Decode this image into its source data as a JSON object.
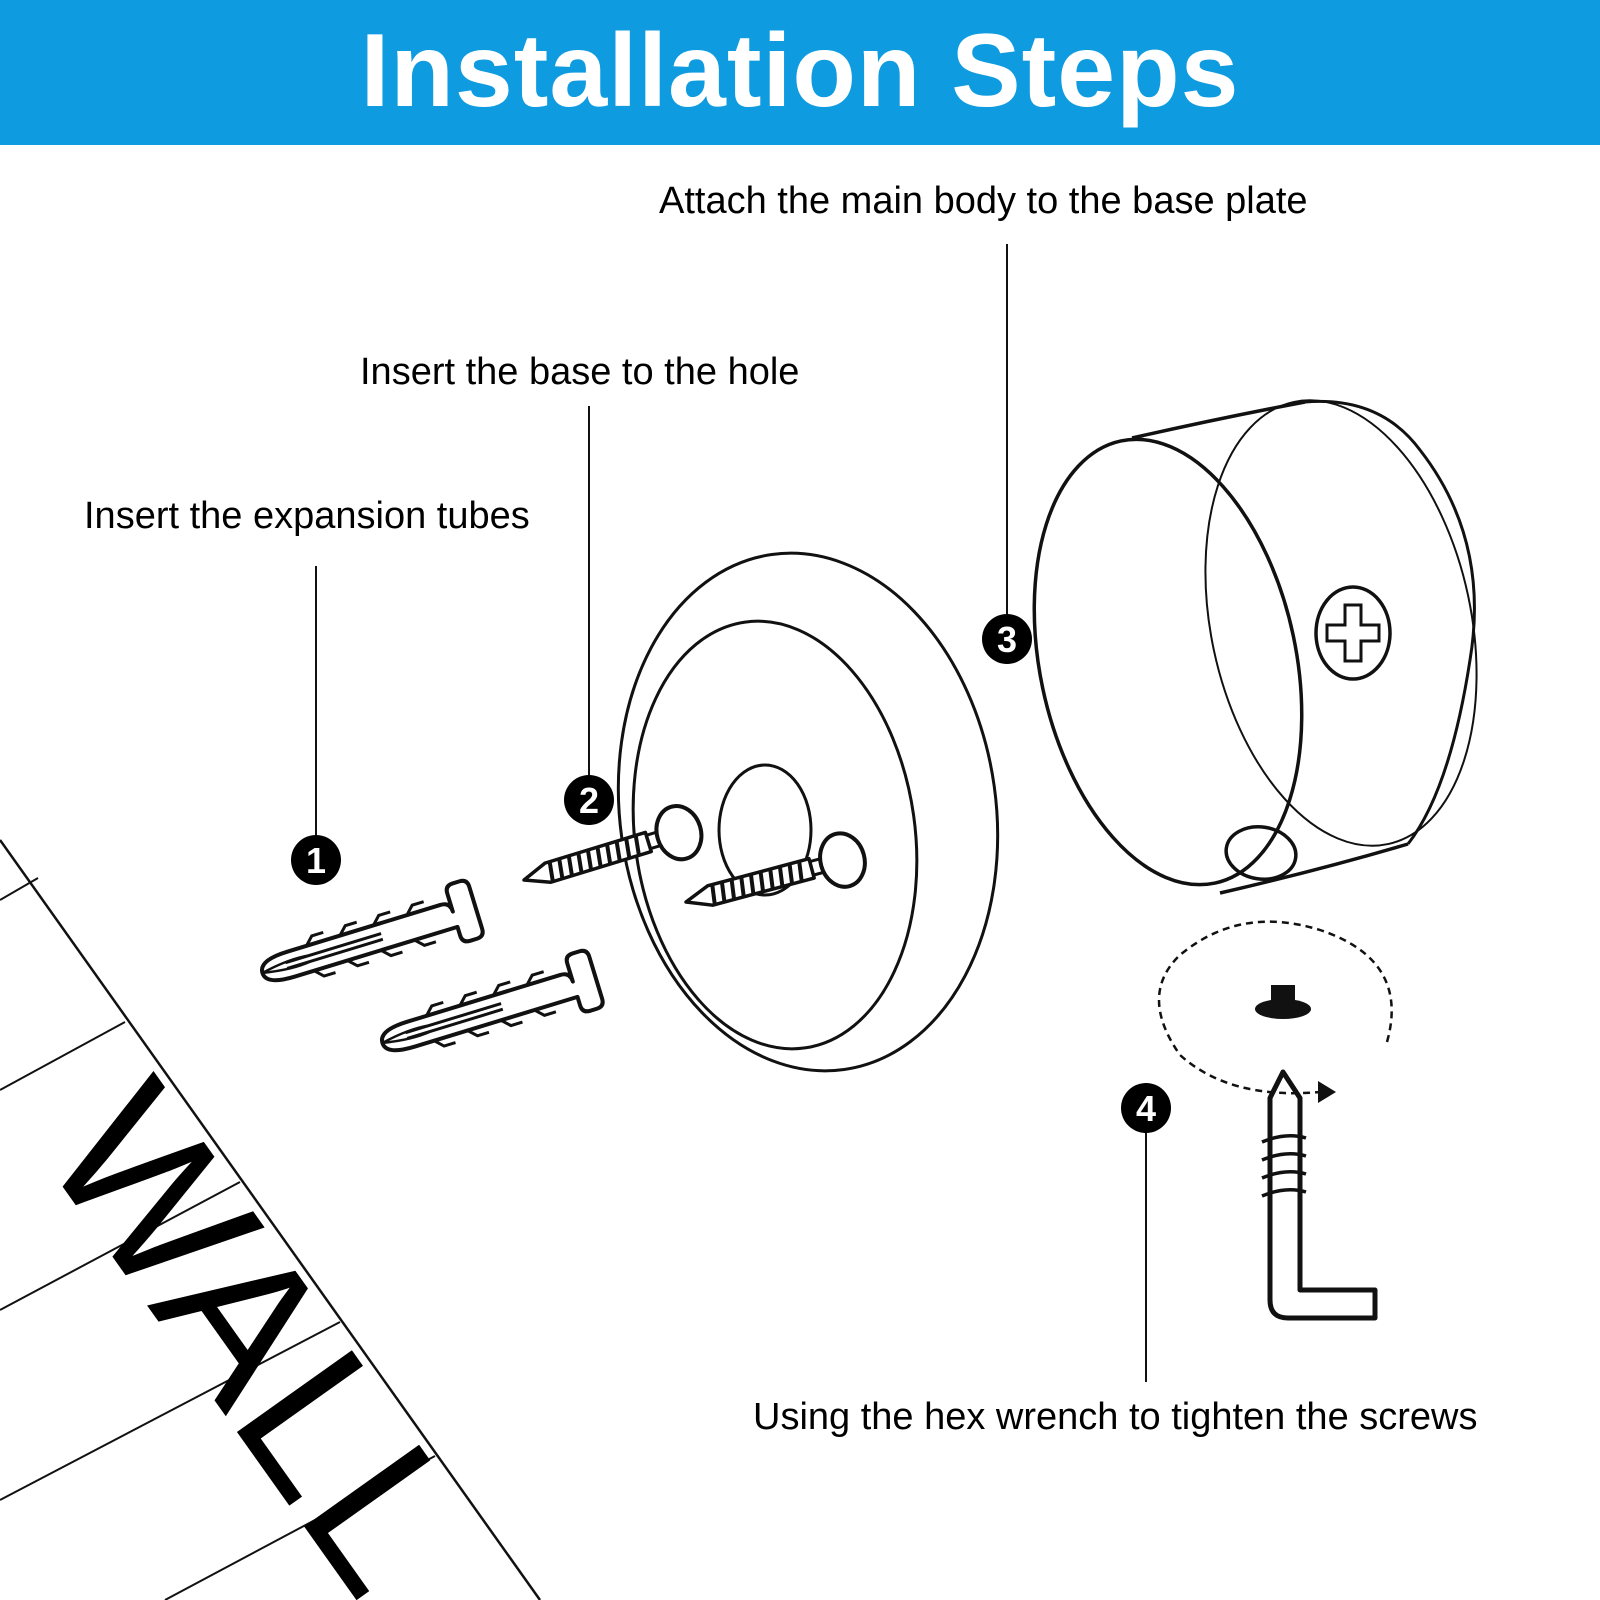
{
  "header": {
    "title": "Installation Steps",
    "background_color": "#0f9be0",
    "text_color": "#ffffff"
  },
  "steps": [
    {
      "number": "1",
      "label": "Insert the expansion tubes"
    },
    {
      "number": "2",
      "label": "Insert the base to the hole"
    },
    {
      "number": "3",
      "label": "Attach the main body to the base plate"
    },
    {
      "number": "4",
      "label": "Using the hex wrench to tighten the screws"
    }
  ],
  "wall": {
    "label": "WALL"
  },
  "icons": [
    "expansion-tube-icon",
    "screw-icon",
    "base-plate-icon",
    "main-body-icon",
    "phillips-screw-head-icon",
    "hex-wrench-icon",
    "rotation-arrow-icon"
  ],
  "line_color": "#000000"
}
